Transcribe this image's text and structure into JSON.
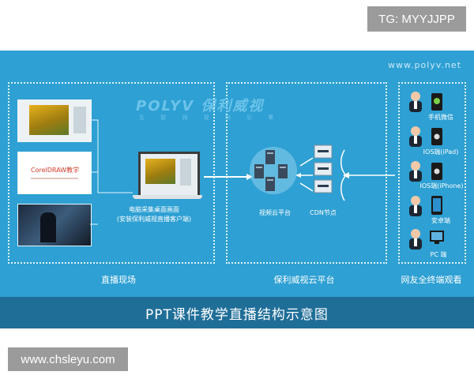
{
  "watermark_tag": "TG: MYYJJPP",
  "watermark_url": "www.chsleyu.com",
  "site_url": "www.polyv.net",
  "logo": {
    "brand": "POLYV 保利威视",
    "slogan": "互 联 网 视 频 引 擎"
  },
  "thumbnail_2_text": "CorelDRAW教学",
  "computer_caption": {
    "line1": "电脑采集桌面画面",
    "line2": "(安装保利威视直播客户端)"
  },
  "nodes": {
    "video_cloud": "视频云平台",
    "cdn": "CDN节点"
  },
  "devices": [
    {
      "label": "手机微信",
      "icon": "wechat-icon"
    },
    {
      "label": "IOS端(iPad)",
      "icon": "apple-icon"
    },
    {
      "label": "IOS端(iPhone)",
      "icon": "apple-icon"
    },
    {
      "label": "安卓端",
      "icon": "android-phone-icon"
    },
    {
      "label": "PC 端",
      "icon": "pc-icon"
    }
  ],
  "sections": {
    "live_site": "直播现场",
    "cloud_platform": "保利威视云平台",
    "viewers": "网友全终端观看"
  },
  "footer_title": "PPT课件教学直播结构示意图",
  "colors": {
    "panel_bg": "#2ea0d3",
    "footer_bg": "#1f6e98",
    "watermark_bg": "#9b9b9b"
  }
}
